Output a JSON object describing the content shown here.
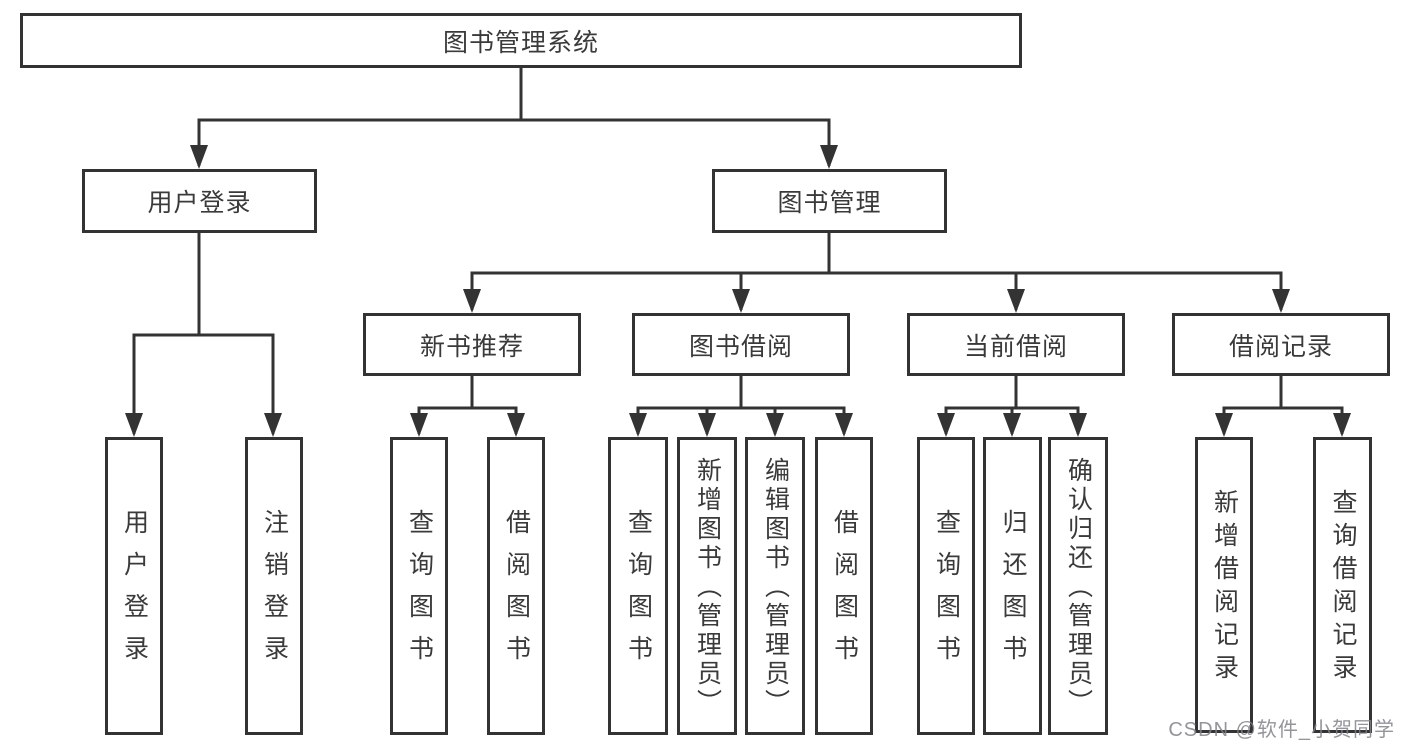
{
  "diagram": {
    "title": "图书管理系统",
    "level2": [
      {
        "label": "用户登录"
      },
      {
        "label": "图书管理"
      }
    ],
    "level3": [
      {
        "label": "新书推荐"
      },
      {
        "label": "图书借阅"
      },
      {
        "label": "当前借阅"
      },
      {
        "label": "借阅记录"
      }
    ],
    "leaves": [
      {
        "label": "用户登录"
      },
      {
        "label": "注销登录"
      },
      {
        "label": "查询图书"
      },
      {
        "label": "借阅图书"
      },
      {
        "label": "查询图书"
      },
      {
        "label": "新增图书（管理员）"
      },
      {
        "label": "编辑图书（管理员）"
      },
      {
        "label": "借阅图书"
      },
      {
        "label": "查询图书"
      },
      {
        "label": "归还图书"
      },
      {
        "label": "确认归还（管理员）"
      },
      {
        "label": "新增借阅记录"
      },
      {
        "label": "查询借阅记录"
      }
    ],
    "hierarchy": {
      "图书管理系统": [
        "用户登录",
        "图书管理"
      ],
      "用户登录": [
        "用户登录",
        "注销登录"
      ],
      "图书管理": [
        "新书推荐",
        "图书借阅",
        "当前借阅",
        "借阅记录"
      ],
      "新书推荐": [
        "查询图书",
        "借阅图书"
      ],
      "图书借阅": [
        "查询图书",
        "新增图书（管理员）",
        "编辑图书（管理员）",
        "借阅图书"
      ],
      "当前借阅": [
        "查询图书",
        "归还图书",
        "确认归还（管理员）"
      ],
      "借阅记录": [
        "新增借阅记录",
        "查询借阅记录"
      ]
    }
  },
  "watermark": {
    "text": "CSDN @软件_小贺同学"
  },
  "colors": {
    "line": "#333333",
    "box_border": "#333333",
    "text": "#3a3a3a",
    "watermark_gray": "#808388",
    "background": "#ffffff"
  }
}
